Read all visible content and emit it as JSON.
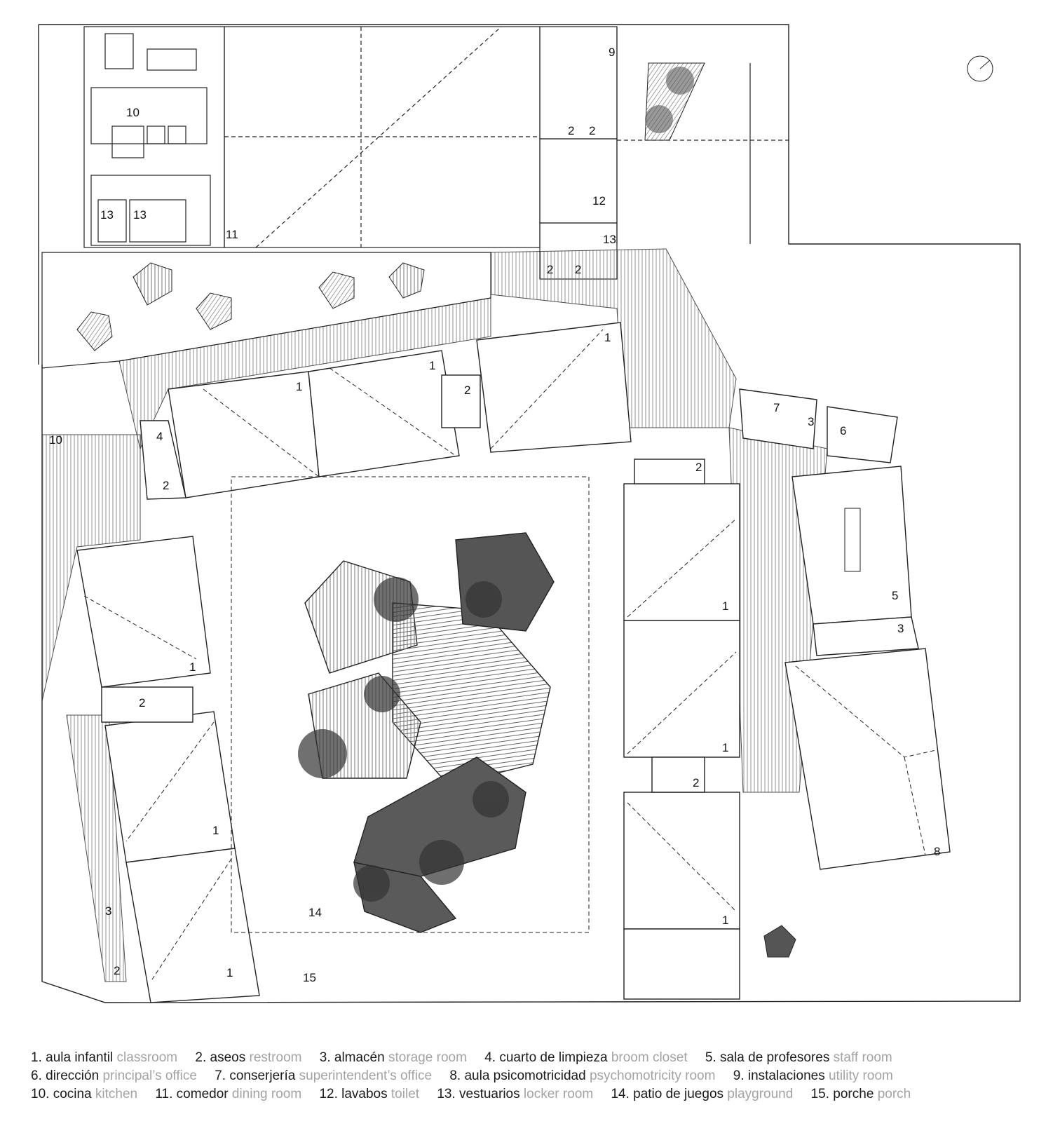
{
  "plan": {
    "room_labels": {
      "classroom": "1",
      "restroom": "2",
      "storage": "3",
      "broom": "4",
      "staff": "5",
      "principal": "6",
      "superintendent": "7",
      "psychomotricity": "8",
      "utility": "9",
      "kitchen": "10",
      "dining": "11",
      "toilet": "12",
      "locker": "13",
      "playground": "14",
      "porch": "15"
    }
  },
  "legend": {
    "rows": [
      [
        {
          "es": "1. aula infantil",
          "en": "classroom"
        },
        {
          "es": "2. aseos",
          "en": "restroom"
        },
        {
          "es": "3. almacén",
          "en": "storage room"
        },
        {
          "es": "4. cuarto de limpieza",
          "en": "broom closet"
        },
        {
          "es": "5. sala de profesores",
          "en": "staff room"
        }
      ],
      [
        {
          "es": "6. dirección",
          "en": "principal’s office"
        },
        {
          "es": "7. conserjería",
          "en": "superintendent’s office"
        },
        {
          "es": "8. aula psicomotricidad",
          "en": "psychomotricity room"
        },
        {
          "es": "9. instalaciones",
          "en": "utility room"
        }
      ],
      [
        {
          "es": "10. cocina",
          "en": "kitchen"
        },
        {
          "es": "11. comedor",
          "en": "dining room"
        },
        {
          "es": "12. lavabos",
          "en": "toilet"
        },
        {
          "es": "13. vestuarios",
          "en": "locker room"
        },
        {
          "es": "14. patio de juegos",
          "en": "playground"
        },
        {
          "es": "15. porche",
          "en": "porch"
        }
      ]
    ]
  },
  "colors": {
    "line": "#222222",
    "fill_dark": "#555555",
    "fill_hatch": "#999999",
    "legend_en": "#a3a3a3"
  }
}
